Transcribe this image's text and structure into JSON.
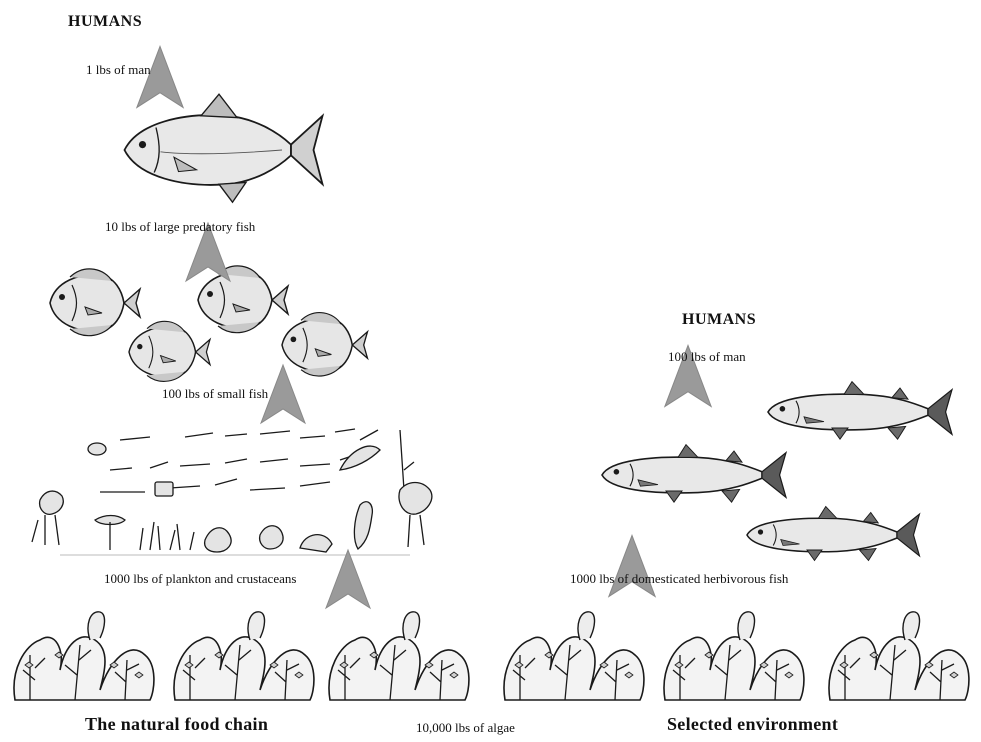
{
  "natural_chain": {
    "heading": "HUMANS",
    "level1": "1 lbs of man",
    "level2": "10 lbs of large predatory fish",
    "level3": "100 lbs of small fish",
    "level4": "1000 lbs of plankton and crustaceans",
    "caption": "The natural food chain"
  },
  "selected_chain": {
    "heading": "HUMANS",
    "level1": "100 lbs of man",
    "level2": "1000 lbs of domesticated herbivorous fish",
    "caption": "Selected environment"
  },
  "base_label": "10,000 lbs of algae",
  "icons": [
    "fish-icon",
    "algae-icon",
    "plankton-icon",
    "arrow-up-icon"
  ],
  "colors": {
    "arrow": "#9a9a9a",
    "ink": "#1a1a1a",
    "fish_fill": "#e6e6e6",
    "algae_fill": "#f2f2f2"
  }
}
